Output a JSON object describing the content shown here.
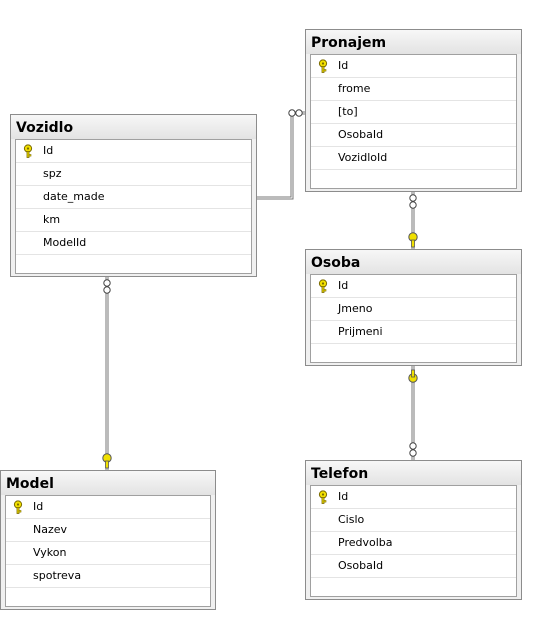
{
  "tables": {
    "vozidlo": {
      "title": "Vozidlo",
      "columns": [
        "Id",
        "spz",
        "date_made",
        "km",
        "ModelId"
      ]
    },
    "pronajem": {
      "title": "Pronajem",
      "columns": [
        "Id",
        "frome",
        "[to]",
        "OsobaId",
        "VozidloId"
      ]
    },
    "osoba": {
      "title": "Osoba",
      "columns": [
        "Id",
        "Jmeno",
        "Prijmeni"
      ]
    },
    "model": {
      "title": "Model",
      "columns": [
        "Id",
        "Nazev",
        "Vykon",
        "spotreva"
      ]
    },
    "telefon": {
      "title": "Telefon",
      "columns": [
        "Id",
        "Cislo",
        "Predvolba",
        "OsobaId"
      ]
    }
  },
  "primary_key_column": "Id",
  "relationships": [
    {
      "from": "pronajem",
      "to": "vozidlo",
      "many_end": "pronajem",
      "one_end": "vozidlo"
    },
    {
      "from": "pronajem",
      "to": "osoba",
      "many_end": "pronajem",
      "one_end": "osoba"
    },
    {
      "from": "vozidlo",
      "to": "model",
      "many_end": "vozidlo",
      "one_end": "model"
    },
    {
      "from": "telefon",
      "to": "osoba",
      "many_end": "telefon",
      "one_end": "osoba"
    }
  ],
  "colors": {
    "key": "#e8d400",
    "line": "#7a7a7a",
    "header": "#e6e6e6"
  }
}
